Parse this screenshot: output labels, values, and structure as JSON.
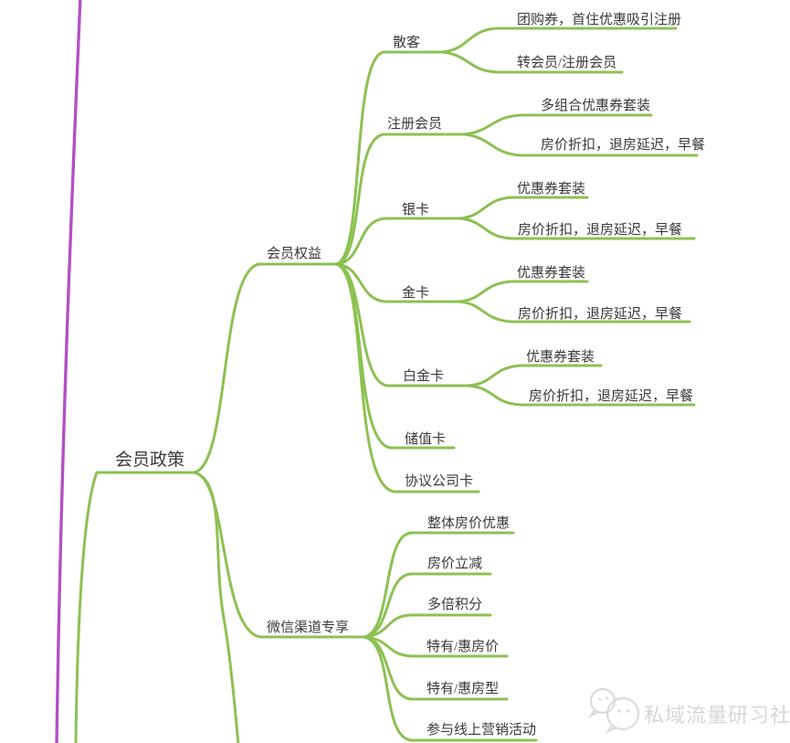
{
  "map": {
    "root_label": "会员政策",
    "children": [
      {
        "label": "会员权益",
        "children": [
          {
            "label": "散客",
            "children": [
              {
                "label": "团购券，首住优惠吸引注册"
              },
              {
                "label": "转会员/注册会员"
              }
            ]
          },
          {
            "label": "注册会员",
            "children": [
              {
                "label": "多组合优惠券套装"
              },
              {
                "label": "房价折扣，退房延迟，早餐"
              }
            ]
          },
          {
            "label": "银卡",
            "children": [
              {
                "label": "优惠券套装"
              },
              {
                "label": "房价折扣，退房延迟，早餐"
              }
            ]
          },
          {
            "label": "金卡",
            "children": [
              {
                "label": "优惠券套装"
              },
              {
                "label": "房价折扣，退房延迟，早餐"
              }
            ]
          },
          {
            "label": "白金卡",
            "children": [
              {
                "label": "优惠券套装"
              },
              {
                "label": "房价折扣，退房延迟，早餐"
              }
            ]
          },
          {
            "label": "储值卡",
            "children": []
          },
          {
            "label": "协议公司卡",
            "children": []
          }
        ]
      },
      {
        "label": "微信渠道专享",
        "children": [
          {
            "label": "整体房价优惠"
          },
          {
            "label": "房价立减"
          },
          {
            "label": "多倍积分"
          },
          {
            "label": "特有/惠房价"
          },
          {
            "label": "特有/惠房型"
          },
          {
            "label": "参与线上营销活动"
          }
        ]
      }
    ]
  },
  "watermark": {
    "text": "私域流量研习社"
  },
  "colors": {
    "branch_green": "#8cc152",
    "branch_purple": "#b350c5",
    "topic_text": "#3a3a3a",
    "watermark_gray": "#d7d7d7",
    "background": "#ffffff"
  }
}
